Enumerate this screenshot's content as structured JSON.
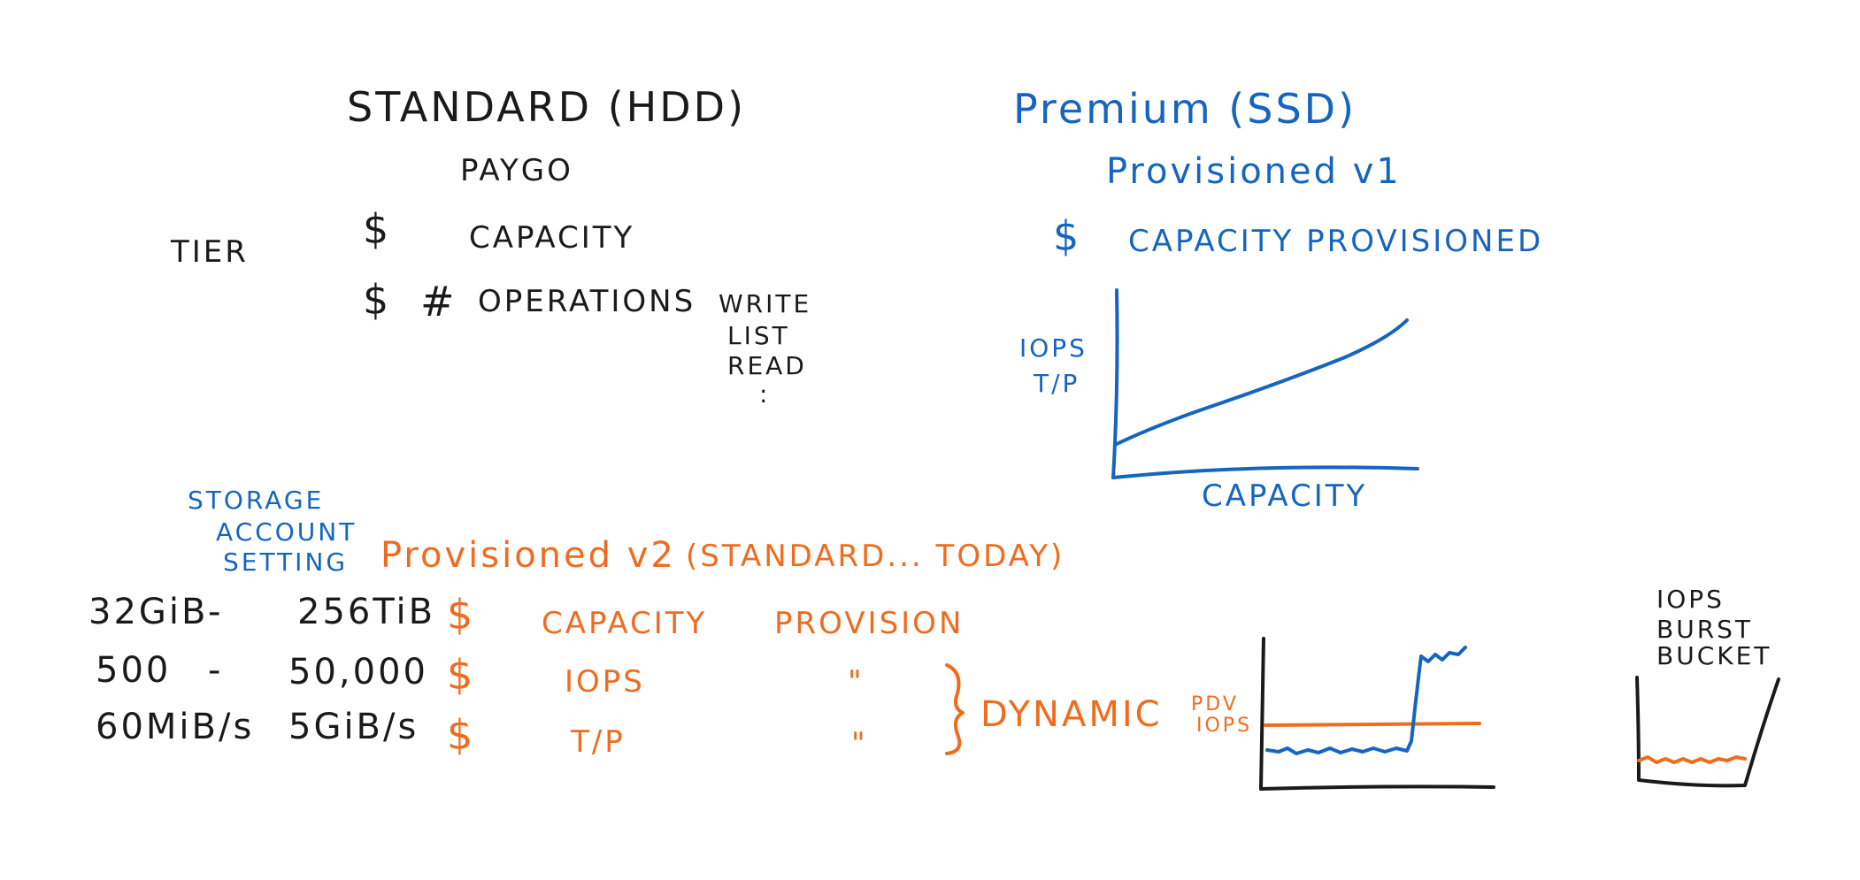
{
  "standard": {
    "title": "STANDARD (HDD)",
    "model": "PAYGO",
    "tier_label": "TIER",
    "dollar": "$",
    "capacity": "CAPACITY",
    "hash": "#",
    "operations": "OPERATIONS",
    "op_types": [
      "WRITE",
      "LIST",
      "READ",
      ":"
    ]
  },
  "premium": {
    "title": "Premium (SSD)",
    "model": "Provisioned v1",
    "dollar": "$",
    "capacity_provisioned": "CAPACITY PROVISIONED",
    "graph": {
      "y_label_1": "IOPS",
      "y_label_2": "T/P",
      "x_label": "CAPACITY"
    }
  },
  "storage_account": {
    "line1": "STORAGE",
    "line2": "ACCOUNT",
    "line3": "SETTING"
  },
  "provisioned_v2": {
    "title": "Provisioned v2",
    "subtitle": "(STANDARD... TODAY)",
    "rows": [
      {
        "min": "32GiB",
        "dash": "-",
        "max": "256TiB",
        "dollar": "$",
        "item": "CAPACITY",
        "action": "PROVISION"
      },
      {
        "min": "500",
        "dash": "-",
        "max": "50,000",
        "dollar": "$",
        "item": "IOPS",
        "action": "\""
      },
      {
        "min": "60MiB/s",
        "dash": "",
        "max": "5GiB/s",
        "dollar": "$",
        "item": "T/P",
        "action": "\""
      }
    ],
    "dynamic": "DYNAMIC"
  },
  "usage_graph": {
    "label_1": "PDV",
    "label_2": "IOPS"
  },
  "burst": {
    "line1": "IOPS",
    "line2": "BURST",
    "line3": "BUCKET"
  },
  "colors": {
    "black_ink": "#1a1a1a",
    "blue_ink": "#1565c0",
    "orange_ink": "#ef6c1f",
    "background": "#ffffff"
  }
}
